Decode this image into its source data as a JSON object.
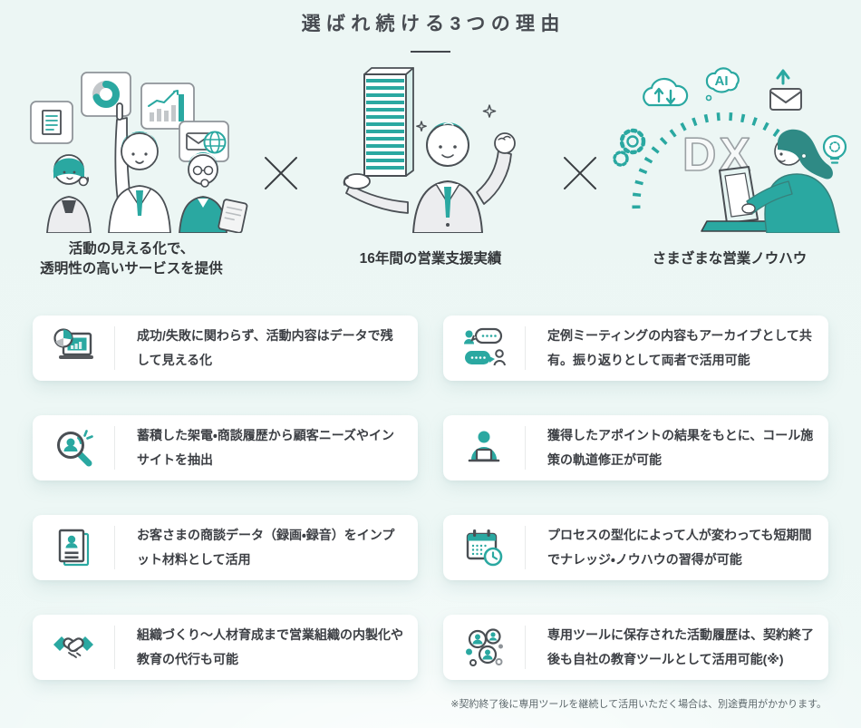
{
  "header": {
    "title": "選ばれ続ける3つの理由"
  },
  "reasons": {
    "separator": "×",
    "labels": {
      "dx": "DX",
      "ai": "AI"
    },
    "items": [
      {
        "illustration": "team-visibility",
        "caption_line1": "活動の見える化で、",
        "caption_line2": "透明性の高いサービスを提供"
      },
      {
        "illustration": "sales-track-record",
        "caption_line1": "16年間の営業支援実績",
        "caption_line2": ""
      },
      {
        "illustration": "sales-knowhow-dx",
        "caption_line1": "さまざまな営業ノウハウ",
        "caption_line2": ""
      }
    ]
  },
  "features": [
    {
      "icon": "laptop-analytics-icon",
      "text": "成功/失敗に関わらず、活動内容はデータで残して見える化"
    },
    {
      "icon": "meeting-chat-icon",
      "text": "定例ミーティングの内容もアーカイブとして共有。振り返りとして両者で活用可能"
    },
    {
      "icon": "customer-search-icon",
      "text": "蓄積した架電・商談履歴から顧客ニーズやインサイトを抽出"
    },
    {
      "icon": "operator-laptop-icon",
      "text": "獲得したアポイントの結果をもとに、コール施策の軌道修正が可能"
    },
    {
      "icon": "profile-document-icon",
      "text": "お客さまの商談データ（録画・録音）をインプット材料として活用"
    },
    {
      "icon": "calendar-clock-icon",
      "text": "プロセスの型化によって人が変わっても短期間でナレッジ・ノウハウの習得が可能"
    },
    {
      "icon": "handshake-icon",
      "text": "組織づくり〜人材育成まで営業組織の内製化や教育の代行も可能"
    },
    {
      "icon": "people-network-icon",
      "text": "専用ツールに保存された活動履歴は、契約終了後も自社の教育ツールとして活用可能(※)"
    }
  ],
  "footnote": "※契約終了後に専用ツールを継続して活用いただく場合は、別途費用がかかります。",
  "colors": {
    "accent": "#2aa8a1",
    "background": "#edf7f5",
    "card": "#ffffff",
    "outline": "#4a4f54",
    "text": "#3c3f44"
  }
}
